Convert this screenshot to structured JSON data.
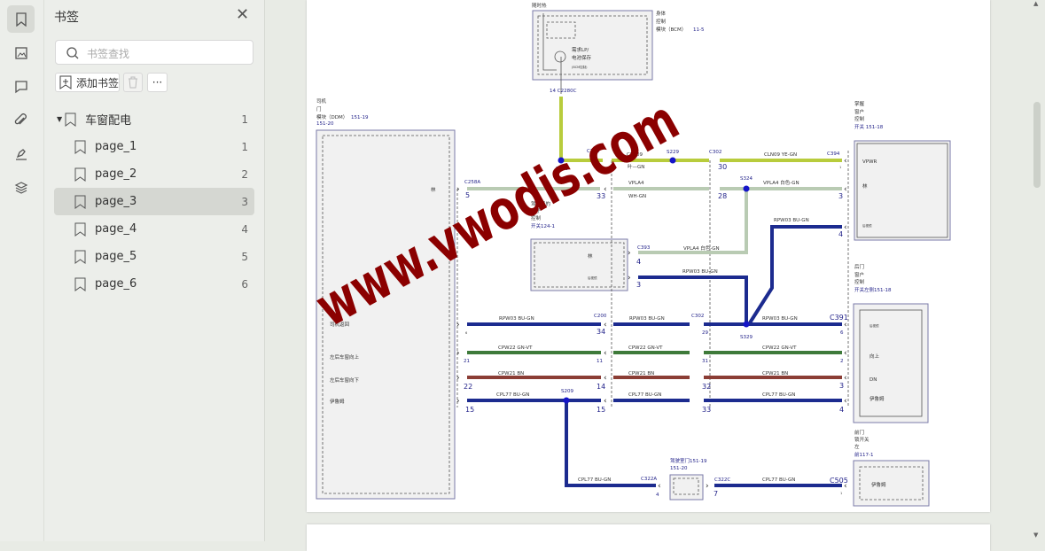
{
  "panel": {
    "title": "书签",
    "search_placeholder": "书签查找",
    "add_label": "添加书签",
    "more_label": "···",
    "items": [
      {
        "label": "车窗配电",
        "page": "1"
      },
      {
        "label": "page_1",
        "page": "1"
      },
      {
        "label": "page_2",
        "page": "2"
      },
      {
        "label": "page_3",
        "page": "3"
      },
      {
        "label": "page_4",
        "page": "4"
      },
      {
        "label": "page_5",
        "page": "5"
      },
      {
        "label": "page_6",
        "page": "6"
      }
    ]
  },
  "colors": {
    "yellow_wire": "#b8cc3c",
    "grey_wire": "#b9cbb3",
    "blue_wire": "#1c2b8f",
    "green_wire": "#3e7a3a",
    "brown_wire": "#8b3d35",
    "watermark": "#8b0000"
  },
  "watermark": "www.vwodis.com",
  "d": {
    "bcm_top": "随时热",
    "bcm1": "身体",
    "bcm2": "控制",
    "bcm3": "模块（BCM）",
    "bcm_ref": "11-5",
    "bcm_in1": "需求LP/",
    "bcm_in2": "电池保存",
    "bcm_in3": "(BCM控制)",
    "c2280": "14 C2280C",
    "ddm1": "司机",
    "ddm2": "门",
    "ddm3": "模块（DDM）",
    "ddm_ref1": "151-19",
    "ddm_ref2": "151-20",
    "ddm_lin": "林",
    "ddm_p1": "司机返回",
    "ddm_p2": "左后车窗向上",
    "ddm_p3": "左后车窗向下",
    "ddm_p4": "伊鲁姆",
    "mir1": "驾驶员的",
    "mir2": "镜子",
    "mir3": "控制",
    "mir4": "开关124-1",
    "s220": "S220",
    "c220": "C220",
    "cln09": "CLN09",
    "ye_gn_cn": "叶—GN",
    "s229": "S229",
    "c302a": "C302",
    "p30": "30",
    "cln09b": "CLN09 YE-GN",
    "c394": "C394",
    "p1a": "1",
    "c258a": "C258A",
    "p5": "5",
    "p33": "33",
    "vpla4": "VPLA4",
    "wh_gn": "WH-GN",
    "p28": "28",
    "s324": "S324",
    "vpla4b": "VPLA4 白色-GN",
    "p3a": "3",
    "sw1": "掌握",
    "sw2": "窗户",
    "sw3": "控制",
    "sw4": "开关 151-18",
    "vpwr": "VPWR",
    "sw_lin": "林",
    "sw_mir": "后视镜",
    "rpw03a": "RPW03 BU-GN",
    "p4a": "4",
    "m_lin": "林",
    "m_mir": "后视镜",
    "c393": "C393",
    "p4b": "4",
    "vpla4c": "VPLA4 白色-GN",
    "p3b": "3",
    "rpw03b": "RPW03 BU-GN",
    "r1a": "RPW03 BU-GN",
    "c200": "C200",
    "p34": "34",
    "r1b": "RPW03 BU-GN",
    "c302b": "C302",
    "p29": "29",
    "s329": "S329",
    "r1c": "RPW03 BU-GN",
    "c391": "C391",
    "p6": "6",
    "p6l": "6",
    "r2a": "CPW22 GN-VT",
    "p21": "21",
    "p11": "11",
    "r2b": "CPW22 GN-VT",
    "p31": "31",
    "r2c": "CPW22 GN-VT",
    "p2": "2",
    "r3a": "CPW21 BN",
    "p22": "22",
    "p14": "14",
    "r3b": "CPW21 BN",
    "p32": "32",
    "r3c": "CPW21 BN",
    "p3c": "3",
    "r4a": "CPL77 BU-GN",
    "s209": "S209",
    "p15a": "15",
    "p15b": "15",
    "r4b": "CPL77 BU-GN",
    "p33b": "33",
    "r4c": "CPL77 BU-GN",
    "p4c": "4",
    "rd1": "后门",
    "rd2": "窗户",
    "rd3": "控制",
    "rd4": "开关左侧151-18",
    "rd_mir": "后视镜",
    "rd_up": "向上",
    "rd_dn": "DN",
    "rd_ill": "伊鲁姆",
    "fd1": "前门",
    "fd2": "锁开关",
    "fd3": "左",
    "fd4": "前117-1",
    "fd_ill": "伊鲁姆",
    "b1": "CPL77 BU-GN",
    "c322a": "C322A",
    "p4d": "4",
    "dd1": "驾驶室门151-19",
    "dd2": "151-20",
    "c322c": "C322C",
    "p7": "7",
    "b2": "CPL77 BU-GN",
    "c505": "C505",
    "p1b": "1"
  }
}
